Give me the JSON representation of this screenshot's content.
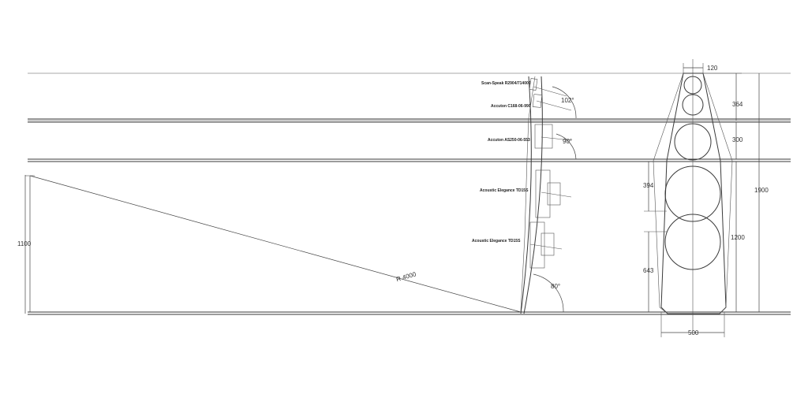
{
  "labels": {
    "drivers": {
      "tweeter": "Scan-Speak R2904/714000",
      "mid_upper": "Accuton C168-06-990",
      "mid_lower": "Accuton AS250-06-553",
      "woofer_1": "Acoustic Elegance TD15S",
      "woofer_2": "Acoustic Elegance TD15S"
    },
    "angles": {
      "top": "102°",
      "middle": "90°",
      "bottom": "80°"
    },
    "radius": "R 4000",
    "dims": {
      "height_left": "1100",
      "top_width": "120",
      "top_section": "364",
      "mid_section": "300",
      "bottom_section": "1200",
      "total": "1900",
      "woofer_gap_upper": "394",
      "woofer_gap_lower": "643",
      "base_width": "500"
    }
  }
}
